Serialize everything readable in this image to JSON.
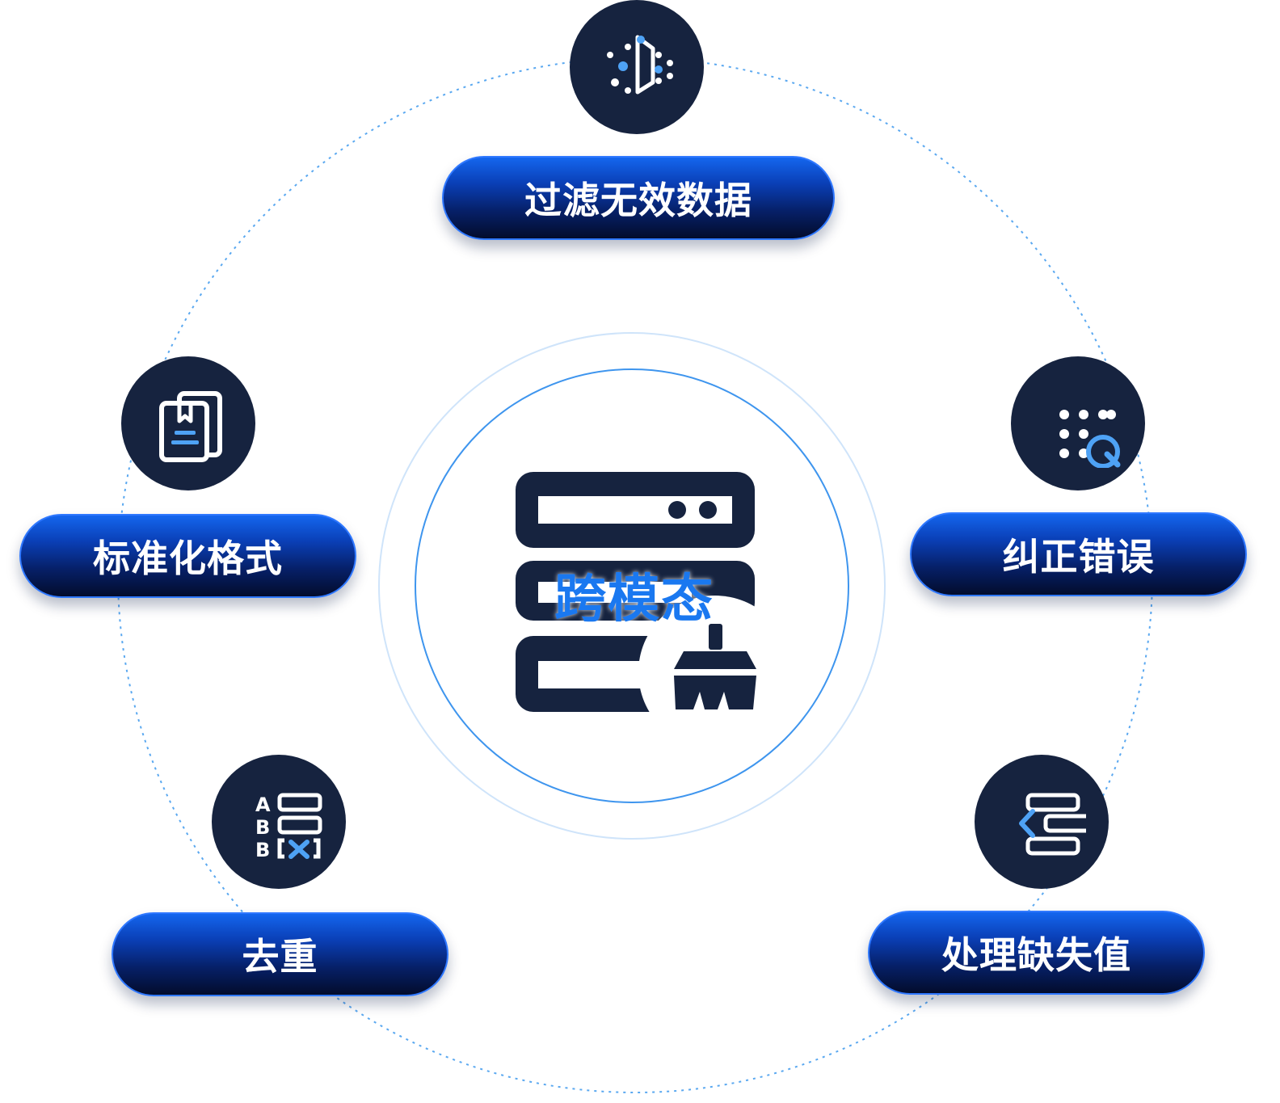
{
  "center": {
    "label": "跨模态",
    "icon": "server-broom-icon"
  },
  "nodes": [
    {
      "label": "过滤无效数据",
      "icon": "filter-dots-icon"
    },
    {
      "label": "纠正错误",
      "icon": "grid-search-icon"
    },
    {
      "label": "处理缺失值",
      "icon": "align-arrow-icon"
    },
    {
      "label": "去重",
      "icon": "abb-dedupe-icon"
    },
    {
      "label": "标准化格式",
      "icon": "document-stack-icon"
    }
  ],
  "colors": {
    "accent": "#1a78f0",
    "icon_bg": "#16233f",
    "pill_dark": "#030c2c",
    "ring": "#3e95ee"
  }
}
